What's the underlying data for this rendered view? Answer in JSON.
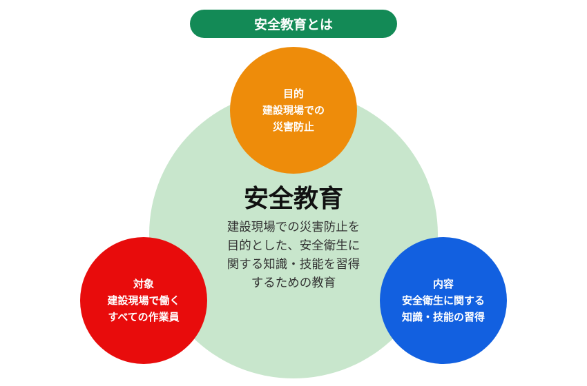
{
  "header": {
    "title": "安全教育とは"
  },
  "center": {
    "title": "安全教育",
    "description": [
      "建設現場での災害防止を",
      "目的とした、安全衛生に",
      "関する知識・技能を習得",
      "するための教育"
    ]
  },
  "purpose": {
    "lines": [
      "目的",
      "建設現場での",
      "災害防止"
    ],
    "color": "#ee8c0a"
  },
  "target": {
    "lines": [
      "対象",
      "建設現場で働く",
      "すべての作業員"
    ],
    "color": "#e80c0c"
  },
  "content": {
    "lines": [
      "内容",
      "安全衛生に関する",
      "知識・技能の習得"
    ],
    "color": "#1260e0"
  }
}
